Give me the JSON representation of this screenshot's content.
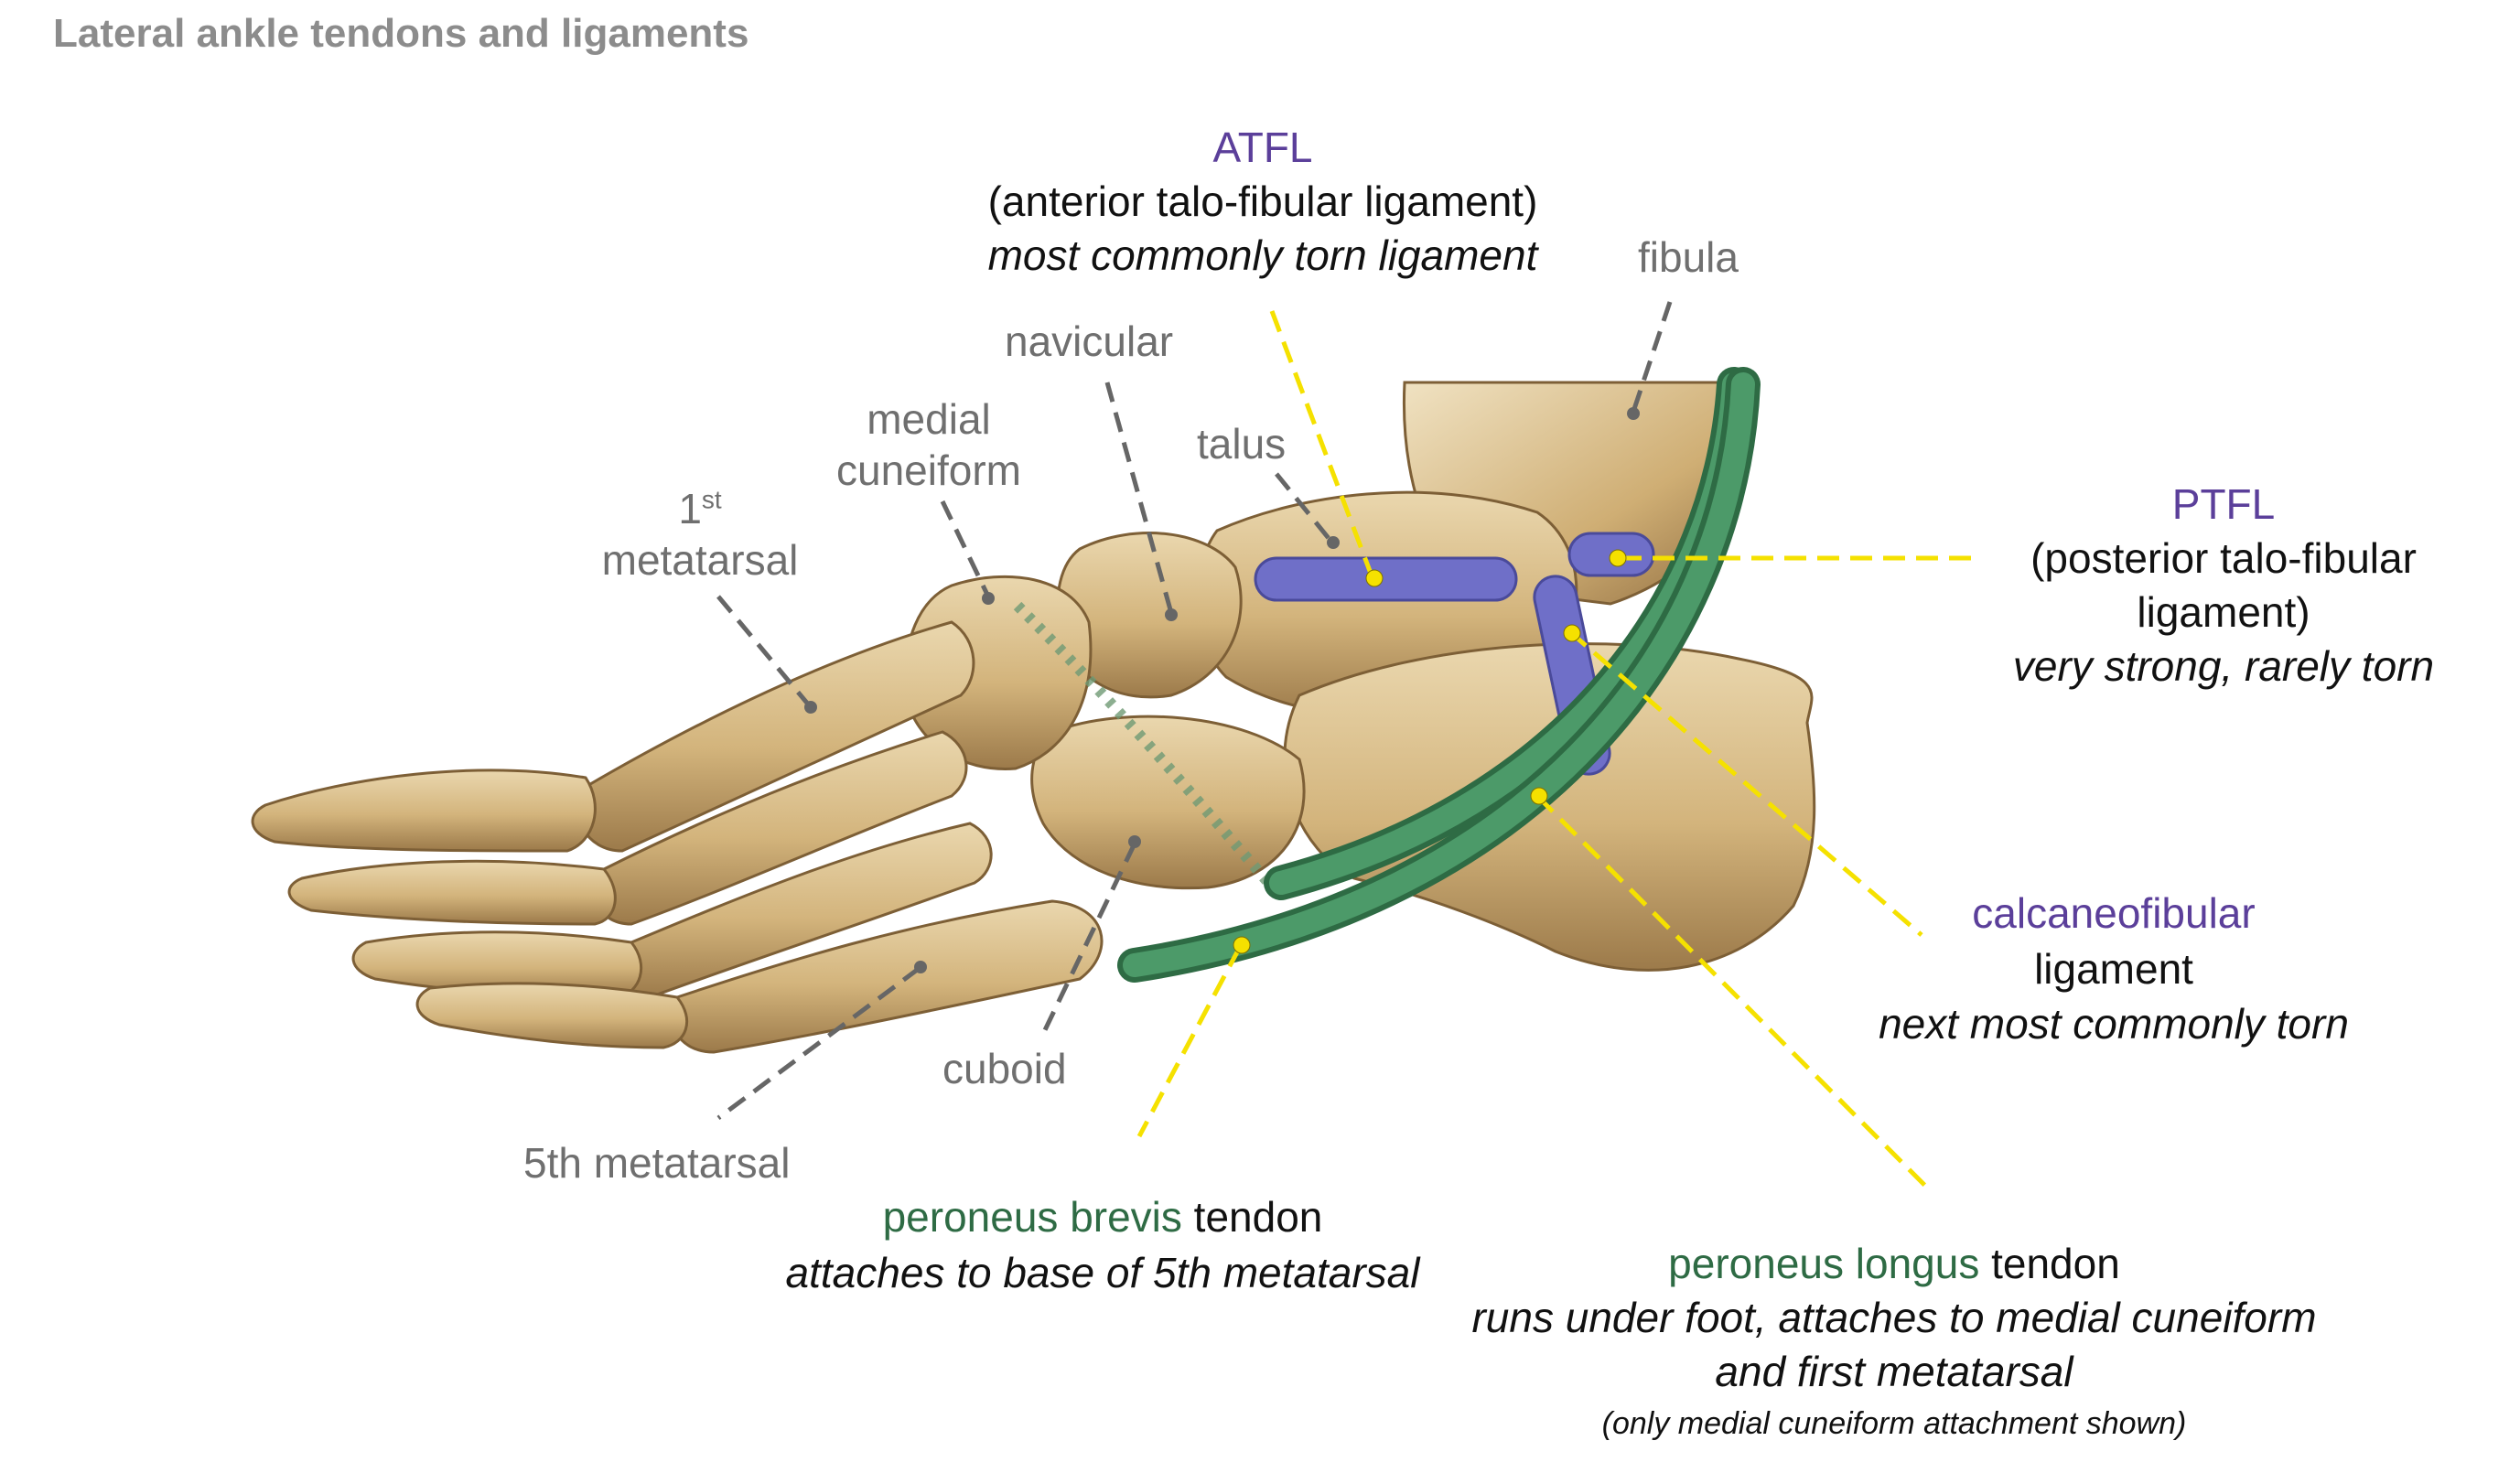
{
  "title": "Lateral ankle tendons and ligaments",
  "colors": {
    "bone_label": "#6f6f6f",
    "ligament": "#5b3f9a",
    "ligament_fill": "#6f6fc8",
    "tendon": "#2e6b44",
    "tendon_fill": "#3f8a5b",
    "leader_bone": "#666666",
    "leader_structure": "#f5e100",
    "bone": "#d9bf8c"
  },
  "bones": {
    "fibula": "fibula",
    "navicular": "navicular",
    "talus": "talus",
    "medial_cuneiform_1": "medial",
    "medial_cuneiform_2": "cuneiform",
    "first_metatarsal_num": "1",
    "first_metatarsal_sup": "st",
    "first_metatarsal_word": "metatarsal",
    "cuboid": "cuboid",
    "fifth_metatarsal": "5th metatarsal"
  },
  "atfl": {
    "name": "ATFL",
    "full": "(anterior talo-fibular ligament)",
    "note": "most commonly torn ligament"
  },
  "ptfl": {
    "name": "PTFL",
    "full_1": "(posterior talo-fibular",
    "full_2": "ligament)",
    "note": "very strong, rarely torn"
  },
  "calcaneofibular": {
    "name": "calcaneofibular",
    "word": "ligament",
    "note": "next most commonly torn"
  },
  "peroneus_brevis": {
    "name": "peroneus brevis",
    "word": " tendon",
    "note": "attaches to base of 5th metatarsal"
  },
  "peroneus_longus": {
    "name": "peroneus longus",
    "word": " tendon",
    "note_1": "runs under foot, attaches to medial cuneiform",
    "note_2": "and first metatarsal",
    "note_3": "(only medial cuneiform attachment shown)"
  }
}
